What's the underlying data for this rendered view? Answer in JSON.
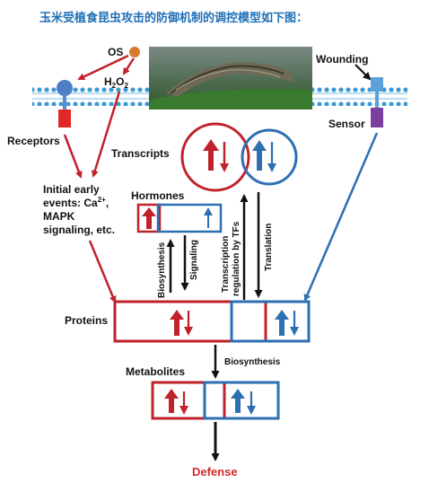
{
  "title": "玉米受植食昆虫攻击的防御机制的调控模型如下图：",
  "labels": {
    "os": "OS",
    "h2o2_main": "H",
    "h2o2_sub": "2",
    "h2o2_o": "O",
    "h2o2_sub2": "2",
    "wounding": "Wounding",
    "receptors": "Receptors",
    "sensor": "Sensor",
    "transcripts": "Transcripts",
    "early_line1": "Initial early",
    "early_line2a": "events: Ca",
    "early_line2_sup": "2+",
    "early_line2b": ",",
    "early_line3": "MAPK",
    "early_line4": "signaling, etc.",
    "hormones": "Hormones",
    "biosynthesis_v": "Biosynthesis",
    "signaling_v": "Signaling",
    "transcription_reg": "Transcription",
    "transcription_reg2": "regulation by TFs",
    "translation": "Translation",
    "proteins": "Proteins",
    "biosynthesis_h": "Biosynthesis",
    "metabolites": "Metabolites",
    "defense": "Defense"
  },
  "colors": {
    "red": "#c0222a",
    "blue": "#2d6fb3",
    "membrane": "#3d9ad6",
    "os_dot": "#d77a2a",
    "receptor_head": "#4d7fc4",
    "receptor_body": "#e02828",
    "sensor_head": "#5ea0d8",
    "sensor_body": "#7b3fa0"
  }
}
